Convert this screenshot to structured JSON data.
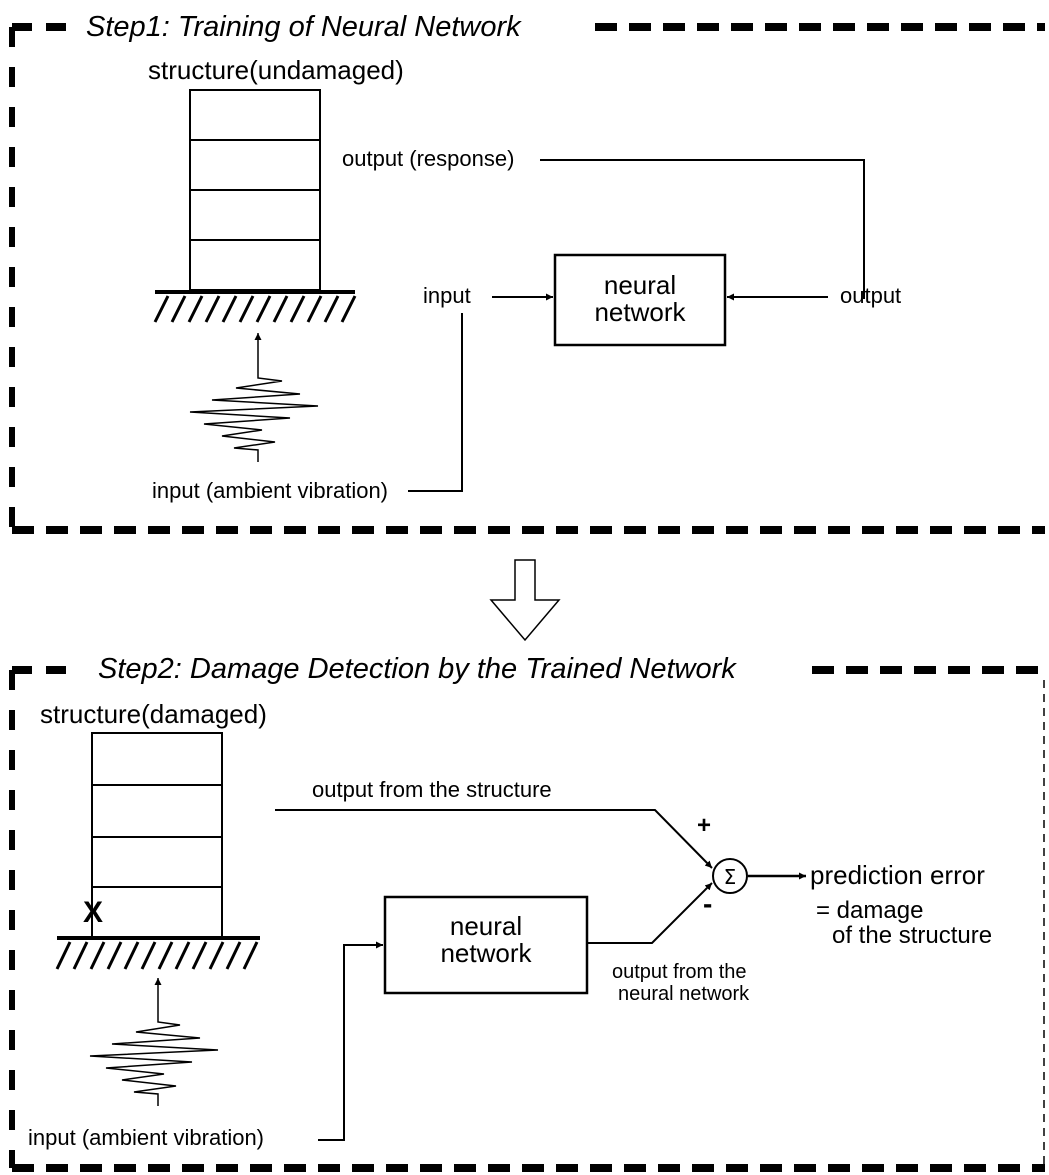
{
  "step1": {
    "title": "Step1: Training of Neural Network",
    "structure_label": "structure(undamaged)",
    "output_response_label": "output (response)",
    "input_label": "input",
    "output_label": "output",
    "nn_line1": "neural",
    "nn_line2": "network",
    "ambient_label": "input (ambient vibration)"
  },
  "step2": {
    "title": "Step2: Damage Detection by the Trained Network",
    "structure_label": "structure(damaged)",
    "damage_mark": "X",
    "output_structure_label": "output from the structure",
    "plus_sign": "+",
    "minus_sign": "-",
    "sigma_symbol": "Σ",
    "prediction_error_label": "prediction error",
    "damage_line1": "= damage",
    "damage_line2": "of the structure",
    "nn_line1": "neural",
    "nn_line2": "network",
    "nn_output_line1": "output from the",
    "nn_output_line2": "neural network",
    "ambient_label": "input (ambient vibration)"
  }
}
